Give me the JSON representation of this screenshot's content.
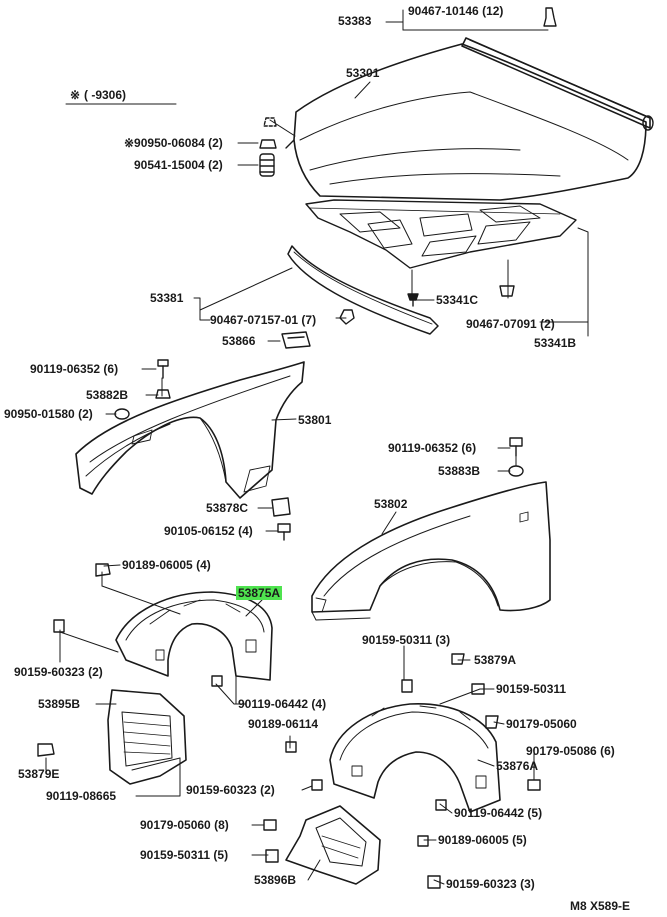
{
  "note": {
    "star": "※",
    "range": "(      -9306)"
  },
  "footer": "M8  X589-E",
  "highlight_color": "#4fe34f",
  "parts": {
    "p53383": "53383",
    "p90467_10146": "90467-10146 (12)",
    "p53301": "53301",
    "p90950_06084": "※90950-06084 (2)",
    "p90541_15004": "90541-15004 (2)",
    "p53381": "53381",
    "p90467_07157": "90467-07157-01 (7)",
    "p53341C": "53341C",
    "p90467_07091": "90467-07091 (2)",
    "p53341B": "53341B",
    "p53866": "53866",
    "p90119_06352a": "90119-06352 (6)",
    "p53882B": "53882B",
    "p90950_01580": "90950-01580 (2)",
    "p53801": "53801",
    "p53878C": "53878C",
    "p90105_06152": "90105-06152 (4)",
    "p90119_06352b": "90119-06352 (6)",
    "p53883B": "53883B",
    "p53802": "53802",
    "p90189_06005a": "90189-06005 (4)",
    "p53875A": "53875A",
    "p90159_60323a": "90159-60323 (2)",
    "p90159_50311a": "90159-50311 (3)",
    "p53879A": "53879A",
    "p90159_50311b": "90159-50311",
    "p53895B": "53895B",
    "p90119_06442a": "90119-06442 (4)",
    "p90189_06114": "90189-06114",
    "p90179_05060a": "90179-05060",
    "p90179_05086": "90179-05086 (6)",
    "p53879E": "53879E",
    "p53876A": "53876A",
    "p90119_08665": "90119-08665",
    "p90159_60323b": "90159-60323 (2)",
    "p90119_06442b": "90119-06442 (5)",
    "p90179_05060b": "90179-05060 (8)",
    "p90189_06005b": "90189-06005 (5)",
    "p90159_50311c": "90159-50311 (5)",
    "p53896B": "53896B",
    "p90159_60323c": "90159-60323 (3)"
  }
}
